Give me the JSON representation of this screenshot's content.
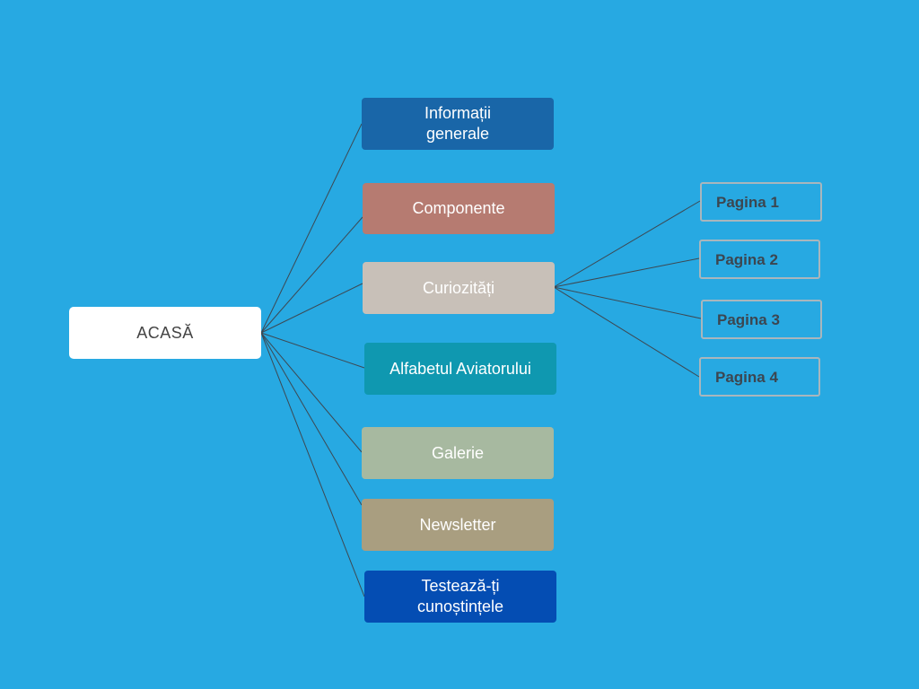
{
  "colors": {
    "background": "#27a9e2",
    "link_line": "#3d4852",
    "root": "#ffffff",
    "page_border": "#a9b6bd"
  },
  "root": {
    "label": "ACASĂ"
  },
  "menu": [
    {
      "id": "informatii",
      "label": "Informații\ngenerale",
      "color": "#1966a8"
    },
    {
      "id": "componente",
      "label": "Componente",
      "color": "#b67b71"
    },
    {
      "id": "curiozitati",
      "label": "Curiozități",
      "color": "#c8c0b8"
    },
    {
      "id": "alfabetul",
      "label": "Alfabetul Aviatorului",
      "color": "#0f98b0"
    },
    {
      "id": "galerie",
      "label": "Galerie",
      "color": "#a7b9a0"
    },
    {
      "id": "newsletter",
      "label": "Newsletter",
      "color": "#a99e80"
    },
    {
      "id": "testeaza",
      "label": "Testează-ți\ncunoștințele",
      "color": "#044db3"
    }
  ],
  "subpages": [
    {
      "label": "Pagina 1"
    },
    {
      "label": "Pagina 2"
    },
    {
      "label": "Pagina 3"
    },
    {
      "label": "Pagina 4"
    }
  ]
}
